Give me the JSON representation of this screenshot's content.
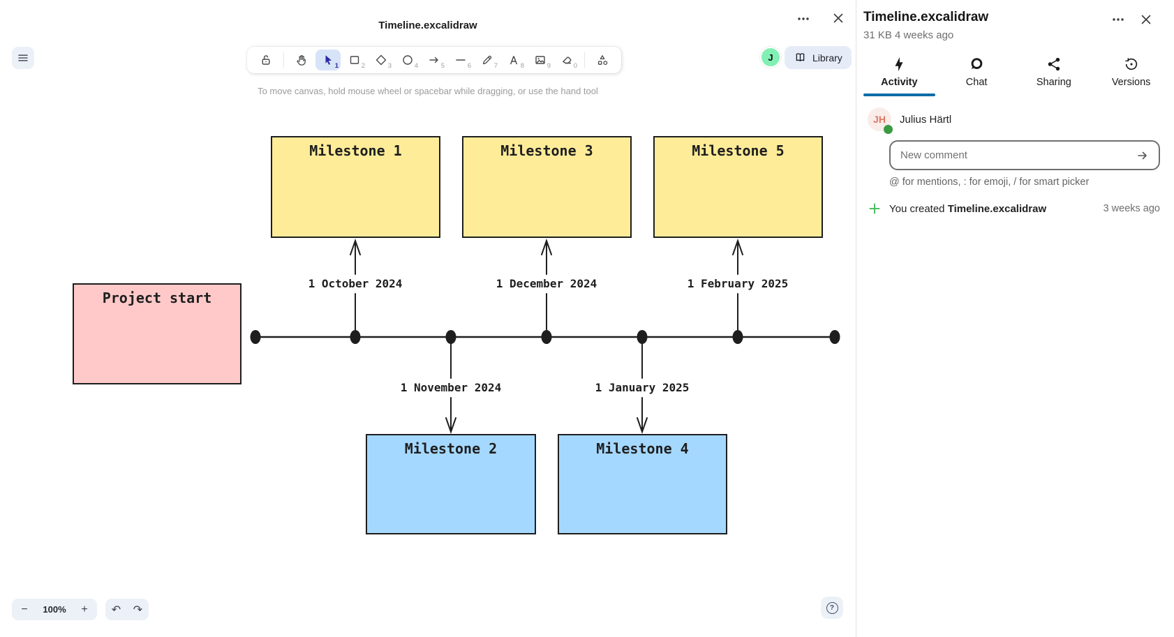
{
  "colors": {
    "accent": "#0e6da8",
    "canvas-stroke": "#1e1e1e",
    "box-yellow": "#ffec99",
    "box-red": "#ffc9c9",
    "box-blue": "#a5d8ff",
    "tool-active-bg": "#d7e3f7",
    "tool-active-icon": "#2b2ba3",
    "online-green": "#3b9b43",
    "plus-green": "#4dbd60"
  },
  "viewer": {
    "title": "Timeline.excalidraw",
    "hint": "To move canvas, hold mouse wheel or spacebar while dragging, or use the hand tool",
    "collaborator_initial": "J",
    "library_label": "Library",
    "zoom_level": "100%",
    "zoom_out_glyph": "−",
    "zoom_in_glyph": "+",
    "undo_glyph": "↶",
    "redo_glyph": "↷",
    "help_glyph": "?"
  },
  "toolbar": {
    "tools": [
      {
        "name": "lock",
        "shortcut": ""
      },
      {
        "name": "hand",
        "shortcut": ""
      },
      {
        "name": "selection",
        "shortcut": "1",
        "active": true
      },
      {
        "name": "rectangle",
        "shortcut": "2"
      },
      {
        "name": "diamond",
        "shortcut": "3"
      },
      {
        "name": "ellipse",
        "shortcut": "4"
      },
      {
        "name": "arrow",
        "shortcut": "5"
      },
      {
        "name": "line",
        "shortcut": "6"
      },
      {
        "name": "draw",
        "shortcut": "7"
      },
      {
        "name": "text",
        "shortcut": "8"
      },
      {
        "name": "image",
        "shortcut": "9"
      },
      {
        "name": "eraser",
        "shortcut": "0"
      },
      {
        "name": "shapes",
        "shortcut": ""
      }
    ]
  },
  "diagram": {
    "boxes": [
      {
        "label": "Project start",
        "color": "red"
      },
      {
        "label": "Milestone 1",
        "color": "yellow"
      },
      {
        "label": "Milestone 3",
        "color": "yellow"
      },
      {
        "label": "Milestone 5",
        "color": "yellow"
      },
      {
        "label": "Milestone 2",
        "color": "blue"
      },
      {
        "label": "Milestone 4",
        "color": "blue"
      }
    ],
    "dates": [
      {
        "label": "1 October 2024"
      },
      {
        "label": "1 December 2024"
      },
      {
        "label": "1 February 2025"
      },
      {
        "label": "1 November 2024"
      },
      {
        "label": "1 January 2025"
      }
    ],
    "timeline_dots": 7
  },
  "sidebar": {
    "title": "Timeline.excalidraw",
    "meta": "31 KB 4 weeks ago",
    "tabs": [
      {
        "label": "Activity",
        "active": true
      },
      {
        "label": "Chat",
        "active": false
      },
      {
        "label": "Sharing",
        "active": false
      },
      {
        "label": "Versions",
        "active": false
      }
    ],
    "user": {
      "name": "Julius Härtl",
      "initials": "JH"
    },
    "comment": {
      "placeholder": "New comment",
      "hint": "@ for mentions, : for emoji, / for smart picker"
    },
    "activity_entry": {
      "action": "You created",
      "target": "Timeline.excalidraw",
      "time": "3 weeks ago"
    }
  }
}
